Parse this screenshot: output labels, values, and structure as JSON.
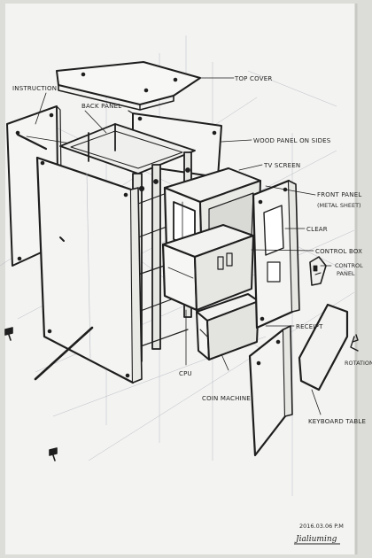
{
  "labels": {
    "top_cover": "TOP COVER",
    "instruction": "INSTRUCTION",
    "back_panel": "BACK PANEL",
    "wood_panel": "WOOD PANEL ON SIDES",
    "tv_screen": "TV SCREEN",
    "front_panel": "FRONT PANEL",
    "front_panel_note": "(METAL SHEET)",
    "clear": "CLEAR",
    "control_box": "CONTROL BOX",
    "control_panel_1": "CONTROL",
    "control_panel_2": "PANEL",
    "receipt": "RECEIPT",
    "rotation": "ROTATION",
    "cpu": "CPU",
    "coin_machine": "COIN MACHINE",
    "keyboard_table": "KEYBOARD TABLE"
  },
  "footer": {
    "date": "2016.03.06 P.M",
    "signature": "Jialiuming"
  },
  "colors": {
    "paper": "#f3f3f1",
    "background": "#dcdcd8",
    "ink": "#1e1e1e",
    "guide": "#b9bcc4"
  }
}
